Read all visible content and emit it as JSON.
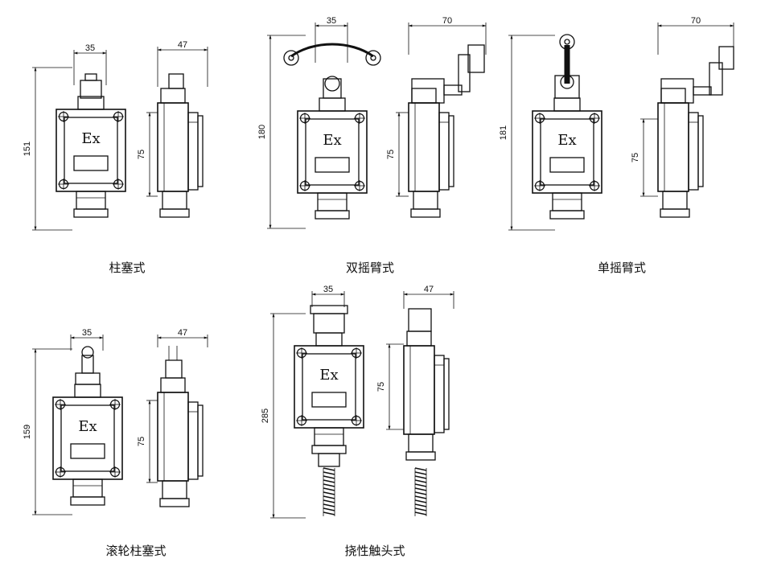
{
  "marking": "Ex",
  "switches": [
    {
      "caption": "柱塞式",
      "front_width": "35",
      "side_width": "47",
      "height": "151",
      "mount_height": "75",
      "front_type": "plunger",
      "side_type": "plunger"
    },
    {
      "caption": "双摇臂式",
      "front_width": "35",
      "side_width": "70",
      "height": "180",
      "mount_height": "75",
      "front_type": "double-arm",
      "side_type": "arm"
    },
    {
      "caption": "单摇臂式",
      "front_width": "",
      "side_width": "70",
      "height": "181",
      "mount_height": "75",
      "front_type": "single-arm",
      "side_type": "arm"
    },
    {
      "caption": "滚轮柱塞式",
      "front_width": "35",
      "side_width": "47",
      "height": "159",
      "mount_height": "75",
      "front_type": "roller",
      "side_type": "roller"
    },
    {
      "caption": "挠性触头式",
      "front_width": "35",
      "side_width": "47",
      "height": "285",
      "mount_height": "75",
      "front_type": "flexible",
      "side_type": "flexible"
    }
  ]
}
